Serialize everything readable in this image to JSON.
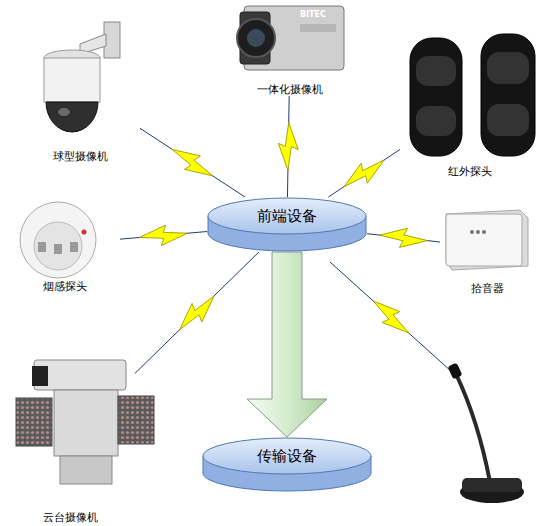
{
  "diagram": {
    "nodes": [
      {
        "text": [
          "一体化摄像机"
        ]
      },
      {
        "text": [
          "球型摄像机"
        ]
      },
      {
        "text": [
          "红外探头"
        ]
      },
      {
        "text": [
          "前端设备"
        ]
      },
      {
        "text": [
          "烟感探头"
        ]
      },
      {
        "text": [
          "拾音器"
        ]
      },
      {
        "text": [
          "云台摄像机"
        ]
      },
      {
        "text": [
          "传输设备"
        ]
      }
    ],
    "edges": [
      {
        "from": 0,
        "to": 3,
        "arrow": "none"
      },
      {
        "from": 1,
        "to": 3,
        "arrow": "none"
      },
      {
        "from": 2,
        "to": 3,
        "arrow": "none"
      },
      {
        "from": 4,
        "to": 3,
        "arrow": "none"
      },
      {
        "from": 5,
        "to": 3,
        "arrow": "none"
      },
      {
        "from": 6,
        "to": 3,
        "arrow": "none"
      },
      {
        "from": 3,
        "to": 7,
        "arrow": "to"
      }
    ],
    "labels": [
      "BITEC"
    ]
  }
}
